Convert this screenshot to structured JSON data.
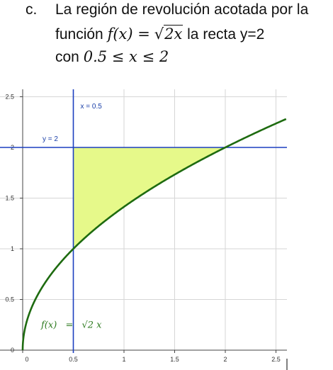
{
  "problem": {
    "label": "c.",
    "line1": "La región de revolución acotada por la",
    "line2_prefix": "función",
    "line2_func": "f(x) =",
    "line2_sqrt": "2x",
    "line2_suffix": "la recta y=2",
    "line3_prefix": "con",
    "line3_math": "0.5 ≤ x ≤ 2"
  },
  "chart_data": {
    "type": "area",
    "title": "",
    "xlabel": "",
    "ylabel": "",
    "xlim": [
      -0.05,
      2.6
    ],
    "ylim": [
      -0.05,
      2.6
    ],
    "x_ticks": [
      "0",
      "0.5",
      "1",
      "1.5",
      "2",
      "2.5"
    ],
    "y_ticks": [
      "0",
      "0.5",
      "1",
      "1.5",
      "2",
      "2.5"
    ],
    "grid": true,
    "series": [
      {
        "name": "f(x) = √2 x",
        "kind": "curve",
        "function": "sqrt(2x)",
        "domain": [
          0,
          2.6
        ],
        "color": "#1e6b10"
      },
      {
        "name": "y = 2",
        "kind": "hline",
        "value": 2,
        "color": "#1c3fc0"
      },
      {
        "name": "x = 0.5",
        "kind": "vline",
        "value": 0.5,
        "color": "#1c3fc0"
      }
    ],
    "shaded_region": {
      "x_from": 0.5,
      "x_to": 2,
      "lower": "sqrt(2x)",
      "upper": 2,
      "color": "#e8fa8a"
    },
    "annotations": {
      "vline_label": "x = 0.5",
      "hline_label": "y = 2",
      "func_label_lhs": "f(x)",
      "func_label_eq": "=",
      "func_label_rhs": "√2 x"
    }
  }
}
